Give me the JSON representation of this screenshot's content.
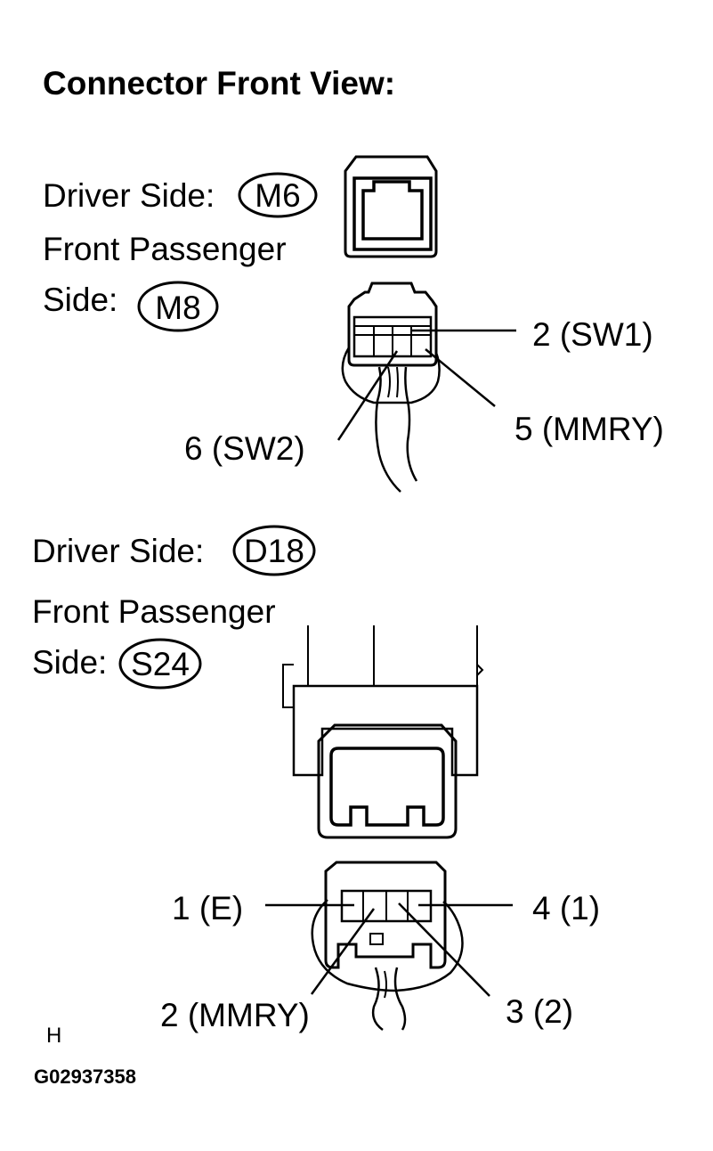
{
  "title": "Connector Front View:",
  "connector_top": {
    "driver_label": "Driver Side:",
    "driver_code": "M6",
    "passenger_label_line1": "Front Passenger",
    "passenger_label_line2": "Side:",
    "passenger_code": "M8",
    "pins": {
      "sw1": "2 (SW1)",
      "mmry": "5 (MMRY)",
      "sw2": "6 (SW2)"
    }
  },
  "connector_bottom": {
    "driver_label": "Driver Side:",
    "driver_code": "D18",
    "passenger_label_line1": "Front Passenger",
    "passenger_label_line2": "Side:",
    "passenger_code": "S24",
    "pins": {
      "e": "1 (E)",
      "one": "4 (1)",
      "mmry": "2 (MMRY)",
      "two": "3 (2)"
    }
  },
  "footer": {
    "mark": "H",
    "figure_code": "G02937358"
  }
}
